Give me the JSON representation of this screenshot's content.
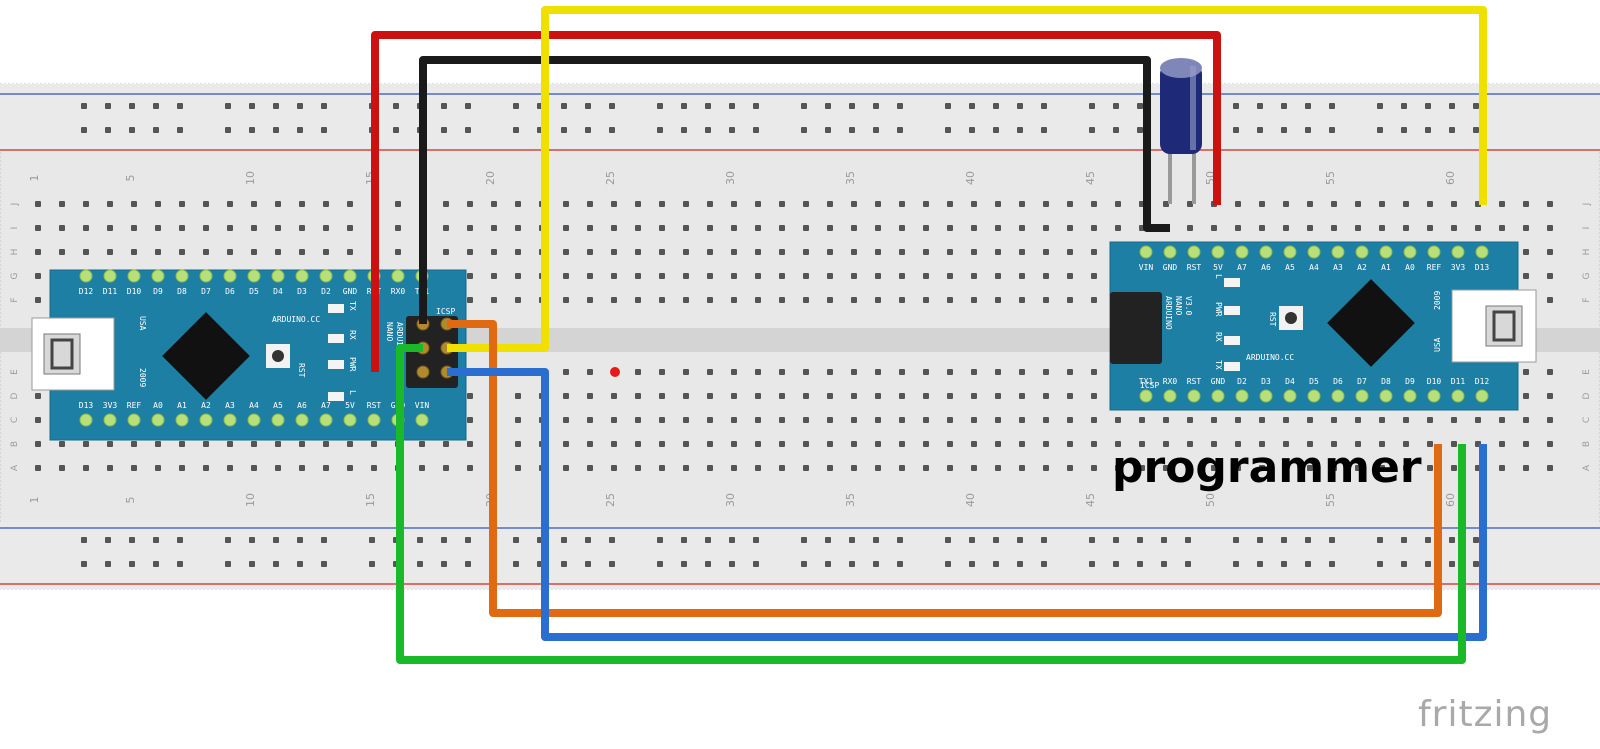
{
  "breadboard": {
    "row_letters": [
      "A",
      "B",
      "C",
      "D",
      "E",
      "F",
      "G",
      "H",
      "I",
      "J"
    ],
    "column_numbers": [
      "1",
      "5",
      "10",
      "15",
      "20",
      "25",
      "30",
      "35",
      "40",
      "45",
      "50",
      "55",
      "60"
    ],
    "rail_colors": {
      "positive": "#d6453d",
      "negative": "#4a6cc6"
    }
  },
  "target_board": {
    "brand": "ARDUINO.CC",
    "model_line1": "ARDUINO",
    "model_line2": "NANO",
    "icsp_label": "ICSP",
    "top_pins": [
      "D12",
      "D11",
      "D10",
      "D9",
      "D8",
      "D7",
      "D6",
      "D5",
      "D4",
      "D3",
      "D2",
      "GND",
      "RST",
      "RX0",
      "TX1"
    ],
    "bottom_pins": [
      "D13",
      "3V3",
      "REF",
      "A0",
      "A1",
      "A2",
      "A3",
      "A4",
      "A5",
      "A6",
      "A7",
      "5V",
      "RST",
      "GND",
      "VIN"
    ],
    "leds": [
      "TX",
      "RX",
      "PWR",
      "L"
    ],
    "reset_label": "RST",
    "usb_label": "USA",
    "year": "2009"
  },
  "programmer_board": {
    "brand": "ARDUINO.CC",
    "model_line1": "ARDUINO",
    "model_line2": "NANO",
    "model_line3": "V3.0",
    "icsp_label": "ICSP",
    "top_pins": [
      "VIN",
      "GND",
      "RST",
      "5V",
      "A7",
      "A6",
      "A5",
      "A4",
      "A3",
      "A2",
      "A1",
      "A0",
      "REF",
      "3V3",
      "D13"
    ],
    "bottom_pins": [
      "TX1",
      "RX0",
      "RST",
      "GND",
      "D2",
      "D3",
      "D4",
      "D5",
      "D6",
      "D7",
      "D8",
      "D9",
      "D10",
      "D11",
      "D12"
    ],
    "leds": [
      "L",
      "PWR",
      "RX",
      "TX"
    ],
    "reset_label": "RST",
    "usb_label": "USA",
    "year": "2009",
    "caption": "programmer"
  },
  "wires": [
    {
      "color": "#cc1111",
      "name": "red"
    },
    {
      "color": "#1a1a1a",
      "name": "black"
    },
    {
      "color": "#f0e000",
      "name": "yellow"
    },
    {
      "color": "#e06a12",
      "name": "orange"
    },
    {
      "color": "#2a6fd0",
      "name": "blue"
    },
    {
      "color": "#19b92a",
      "name": "green"
    }
  ],
  "capacitor": {
    "color": "#1e2a78"
  },
  "footer": {
    "brand": "fritzing"
  }
}
